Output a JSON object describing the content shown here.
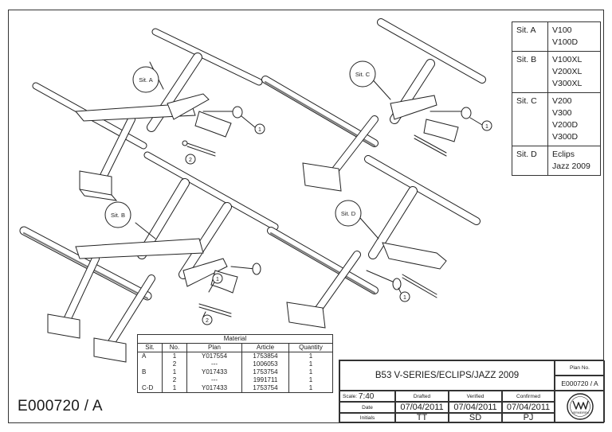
{
  "document_id": "E000720 / A",
  "callouts": {
    "sit_a": "Sit. A",
    "sit_b": "Sit. B",
    "sit_c": "Sit. C",
    "sit_d": "Sit. D",
    "part_1": "1",
    "part_2": "2"
  },
  "situations": [
    {
      "key": "Sit. A",
      "models": "V100\nV100D"
    },
    {
      "key": "Sit. B",
      "models": "V100XL\nV200XL\nV300XL"
    },
    {
      "key": "Sit. C",
      "models": "V200\nV300\nV200D\nV300D"
    },
    {
      "key": "Sit. D",
      "models": "Eclips\nJazz 2009"
    }
  ],
  "material": {
    "title": "Material",
    "headers": [
      "Sit.",
      "No.",
      "Plan",
      "Article",
      "Quantity"
    ],
    "rows": [
      [
        "A",
        "1",
        "Y017554",
        "1753854",
        "1"
      ],
      [
        "",
        "2",
        "---",
        "1006053",
        "1"
      ],
      [
        "B",
        "1",
        "Y017433",
        "1753754",
        "1"
      ],
      [
        "",
        "2",
        "---",
        "1991711",
        "1"
      ],
      [
        "C-D",
        "1",
        "Y017433",
        "1753754",
        "1"
      ]
    ]
  },
  "title_block": {
    "title": "B53 V-SERIES/ECLIPS/JAZZ 2009",
    "plan_no_label": "Plan No.",
    "plan_no": "E000720 / A",
    "scale_label": "Scale:",
    "scale": "7:40",
    "drafted_label": "Drafted",
    "verified_label": "Verified",
    "confirmed_label": "Confirmed",
    "date_label": "Date",
    "initials_label": "Initials",
    "drafted_date": "07/04/2011",
    "verified_date": "07/04/2011",
    "confirmed_date": "07/04/2011",
    "drafted_initials": "TT",
    "verified_initials": "SD",
    "confirmed_initials": "PJ",
    "logo_text": "VERMEIREN"
  }
}
